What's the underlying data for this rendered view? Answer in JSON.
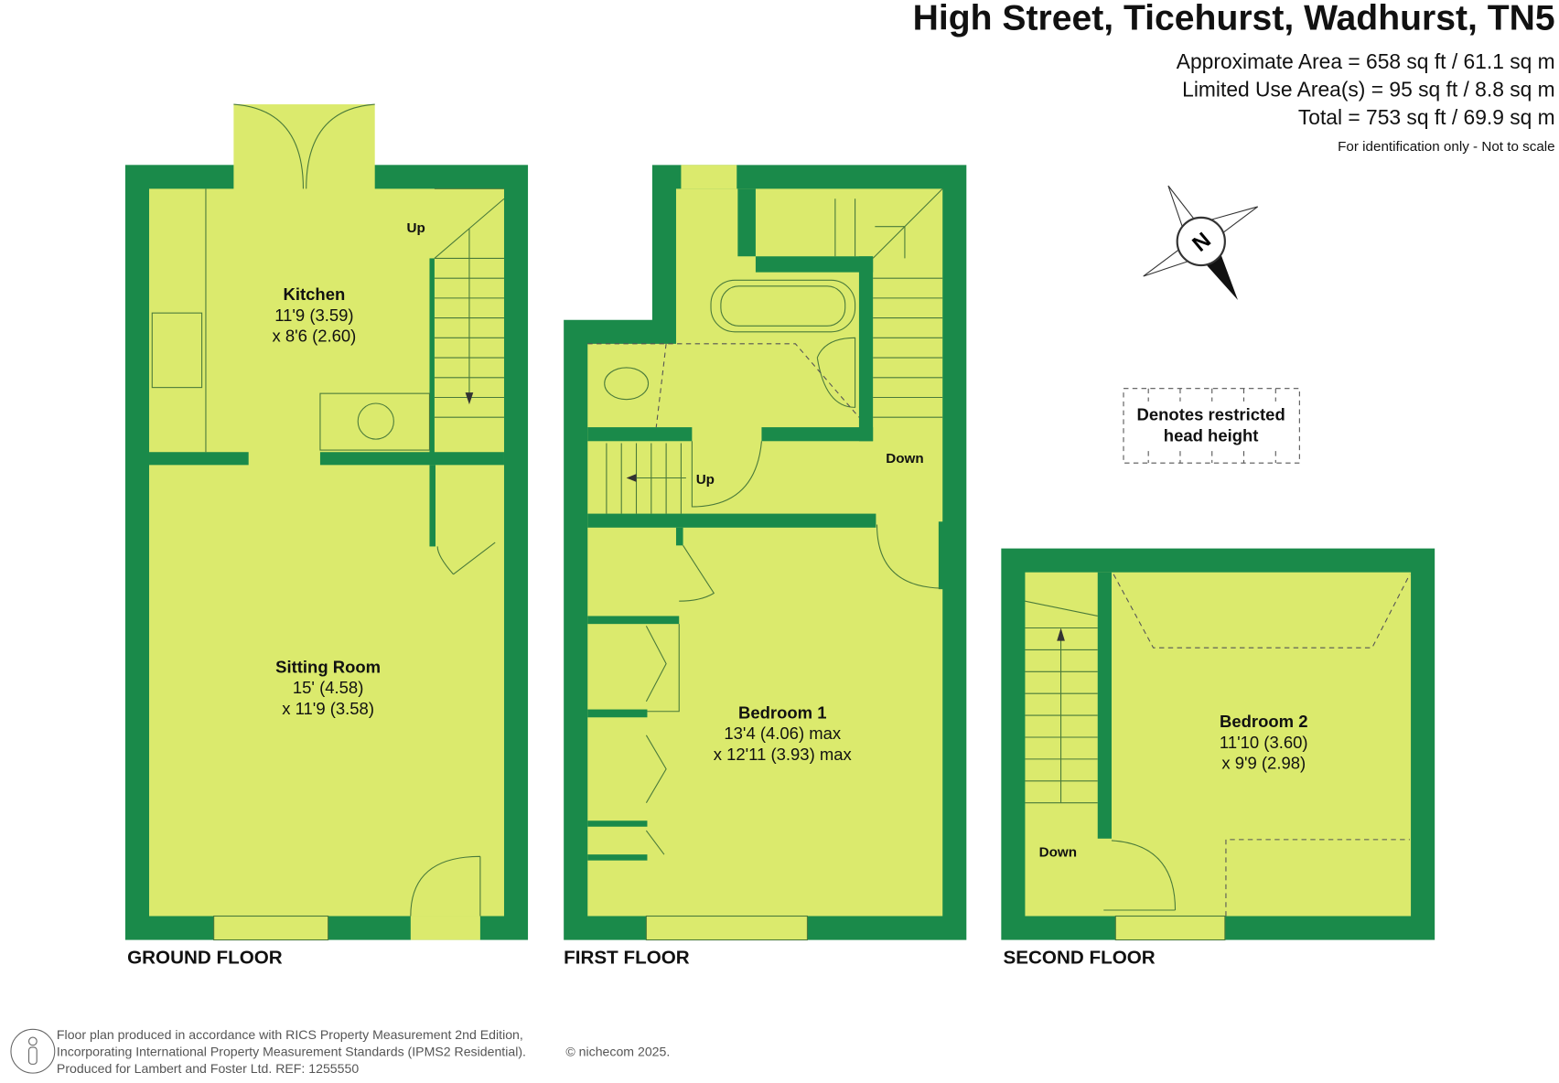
{
  "header": {
    "title": "High Street, Ticehurst, Wadhurst, TN5",
    "approx_area": "Approximate Area = 658 sq ft / 61.1 sq m",
    "limited_use": "Limited Use Area(s) = 95 sq ft / 8.8 sq m",
    "total": "Total = 753 sq ft / 69.9 sq m",
    "disclaimer": "For identification only - Not to scale"
  },
  "compass": {
    "letter": "N"
  },
  "legend": {
    "line1": "Denotes restricted",
    "line2": "head height"
  },
  "floors": {
    "ground": {
      "label": "GROUND FLOOR",
      "rooms": [
        {
          "name": "Kitchen",
          "dim1": "11'9 (3.59)",
          "dim2": "x 8'6 (2.60)"
        },
        {
          "name": "Sitting Room",
          "dim1": "15' (4.58)",
          "dim2": "x 11'9 (3.58)"
        }
      ],
      "stair_label": "Up"
    },
    "first": {
      "label": "FIRST FLOOR",
      "rooms": [
        {
          "name": "Bedroom 1",
          "dim1": "13'4 (4.06) max",
          "dim2": "x 12'11 (3.93) max"
        }
      ],
      "stair_up": "Up",
      "stair_down": "Down"
    },
    "second": {
      "label": "SECOND FLOOR",
      "rooms": [
        {
          "name": "Bedroom 2",
          "dim1": "11'10 (3.60)",
          "dim2": "x 9'9 (2.98)"
        }
      ],
      "stair_down": "Down"
    }
  },
  "footer": {
    "line1": "Floor plan produced in accordance with RICS Property Measurement 2nd Edition,",
    "line2": "Incorporating International Property Measurement Standards (IPMS2 Residential).",
    "line3": "Produced for Lambert and Foster Ltd.   REF: 1255550",
    "copyright": "© nichecom 2025."
  },
  "colors": {
    "wall": "#1a8a4a",
    "floor": "#dbea6d"
  }
}
